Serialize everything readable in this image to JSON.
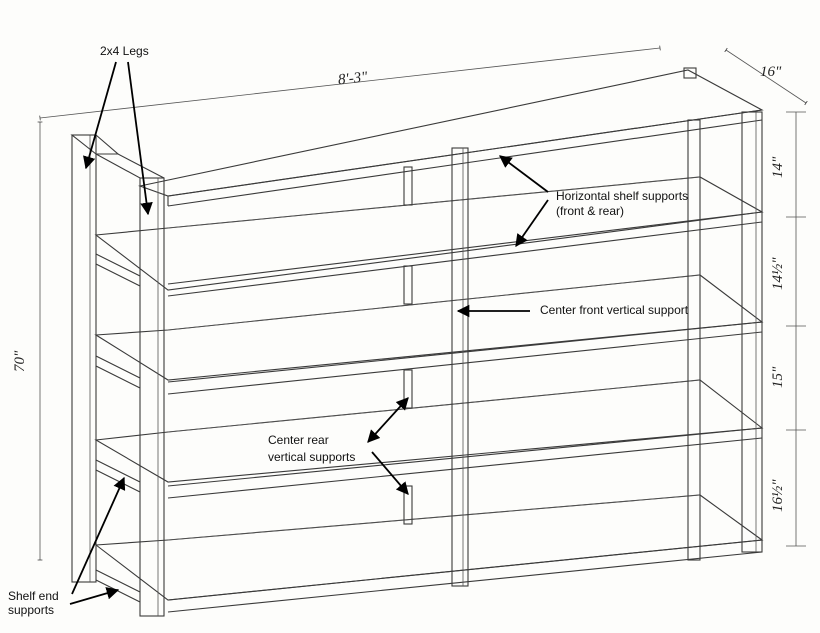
{
  "dimensions": {
    "length": "8'-3\"",
    "depth": "16\"",
    "height": "70\"",
    "shelf_gaps": [
      "14\"",
      "14½\"",
      "15\"",
      "16½\""
    ]
  },
  "labels": {
    "legs": "2x4 Legs",
    "horizontal_line1": "Horizontal shelf supports",
    "horizontal_line2": "(front & rear)",
    "center_front": "Center front vertical support",
    "center_rear_line1": "Center rear",
    "center_rear_line2": "vertical supports",
    "shelf_end_line1": "Shelf end",
    "shelf_end_line2": "supports"
  },
  "colors": {
    "background": "#fdfdfb",
    "pencil": "#3a3a3a",
    "arrow": "#000000"
  }
}
